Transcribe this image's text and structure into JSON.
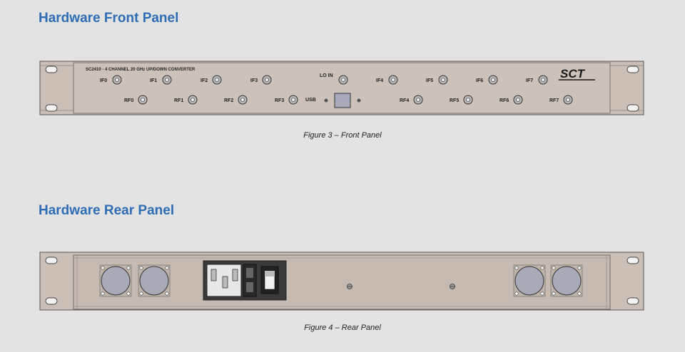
{
  "front": {
    "heading": "Hardware Front Panel",
    "caption": "Figure 3 – Front Panel",
    "device_title": "SC2410 - 4 CHANNEL 20 GHz UP/DOWN CONVERTER",
    "logo_text": "SCT",
    "lo_in": "LO IN",
    "usb": "USB",
    "if_labels": [
      "IF0",
      "IF1",
      "IF2",
      "IF3",
      "IF4",
      "IF5",
      "IF6",
      "IF7"
    ],
    "rf_labels": [
      "RF0",
      "RF1",
      "RF2",
      "RF3",
      "RF4",
      "RF5",
      "RF6",
      "RF7"
    ]
  },
  "rear": {
    "heading": "Hardware Rear Panel",
    "caption": "Figure 4 – Rear Panel"
  },
  "colors": {
    "heading": "#2e6db4",
    "panel": "#cbbfb6",
    "panel_border": "#555555",
    "connector_plate": "#a9aab8"
  }
}
